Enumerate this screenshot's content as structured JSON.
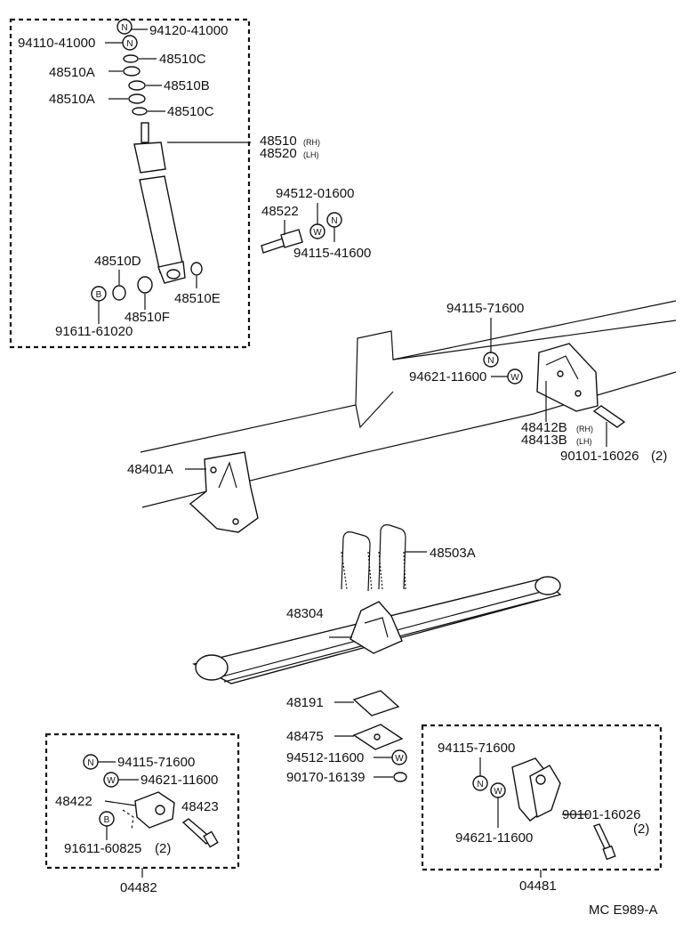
{
  "labels": {
    "p94120": "94120-41000",
    "p94110": "94110-41000",
    "p48510A_1": "48510A",
    "p48510C_1": "48510C",
    "p48510B": "48510B",
    "p48510A_2": "48510A",
    "p48510C_2": "48510C",
    "p48510": "48510",
    "p48520": "48520",
    "rh": "(RH)",
    "lh": "(LH)",
    "p94512_01600": "94512-01600",
    "p48522": "48522",
    "p94115_41600": "94115-41600",
    "p48510D": "48510D",
    "p48510E": "48510E",
    "p48510F": "48510F",
    "p91611_61020": "91611-61020",
    "p94115_71600_a": "94115-71600",
    "p94621_11600_a": "94621-11600",
    "p48412B": "48412B",
    "p48413B": "48413B",
    "p90101_16026_a": "90101-16026",
    "qty2_a": "(2)",
    "p48401A": "48401A",
    "p48503A": "48503A",
    "p48304": "48304",
    "p48191": "48191",
    "p48475": "48475",
    "p94512_11600": "94512-11600",
    "p90170_16139": "90170-16139",
    "p94115_71600_b": "94115-71600",
    "p94621_11600_b": "94621-11600",
    "p48422": "48422",
    "p48423": "48423",
    "p91611_60825": "91611-60825",
    "qty2_b": "(2)",
    "p04482": "04482",
    "p94115_71600_c": "94115-71600",
    "p90101_16026_b": "90101-16026",
    "qty2_c": "(2)",
    "p94621_11600_c": "94621-11600",
    "p04481": "04481",
    "drawing_code": "MC E989-A"
  },
  "symbols": {
    "N": "N",
    "W": "W",
    "B": "B"
  }
}
